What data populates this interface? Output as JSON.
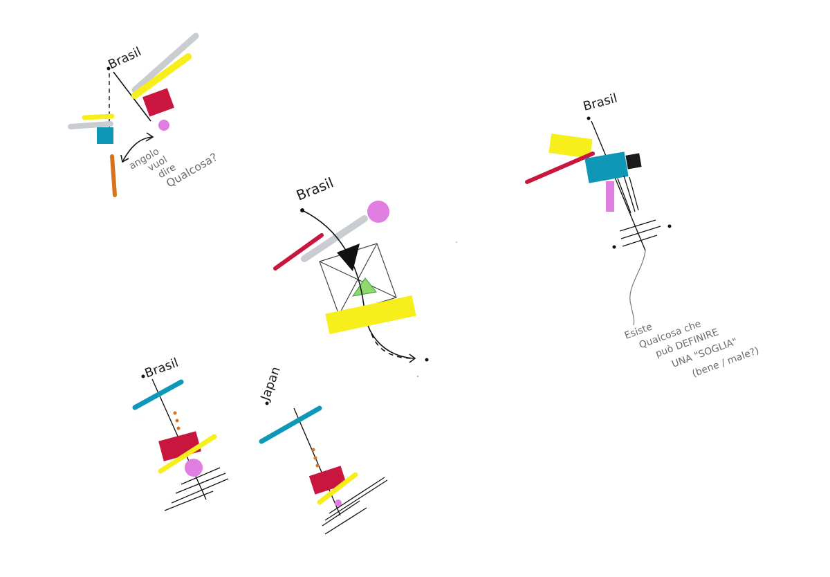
{
  "colors": {
    "yellow": "#f7ef1c",
    "grey": "#c9ccd0",
    "red": "#c8163f",
    "teal": "#0f97b8",
    "magenta": "#e07de0",
    "orange": "#d5731f",
    "green": "#8fd86b",
    "ink": "#111111"
  },
  "sketch_top_left": {
    "label": "Brasil",
    "note_lines": [
      "angolo",
      "vuol",
      "dire",
      "Qualcosa?"
    ]
  },
  "sketch_center": {
    "label": "Brasil"
  },
  "sketch_bottom_left": {
    "label": "Brasil"
  },
  "sketch_bottom_mid": {
    "label": "Japan"
  },
  "sketch_right": {
    "label": "Brasil",
    "note_lines": [
      "Esiste",
      "Qualcosa che",
      "può DEFINIRE",
      "UNA \"SOGLIA\"",
      "(bene / male?)"
    ]
  }
}
